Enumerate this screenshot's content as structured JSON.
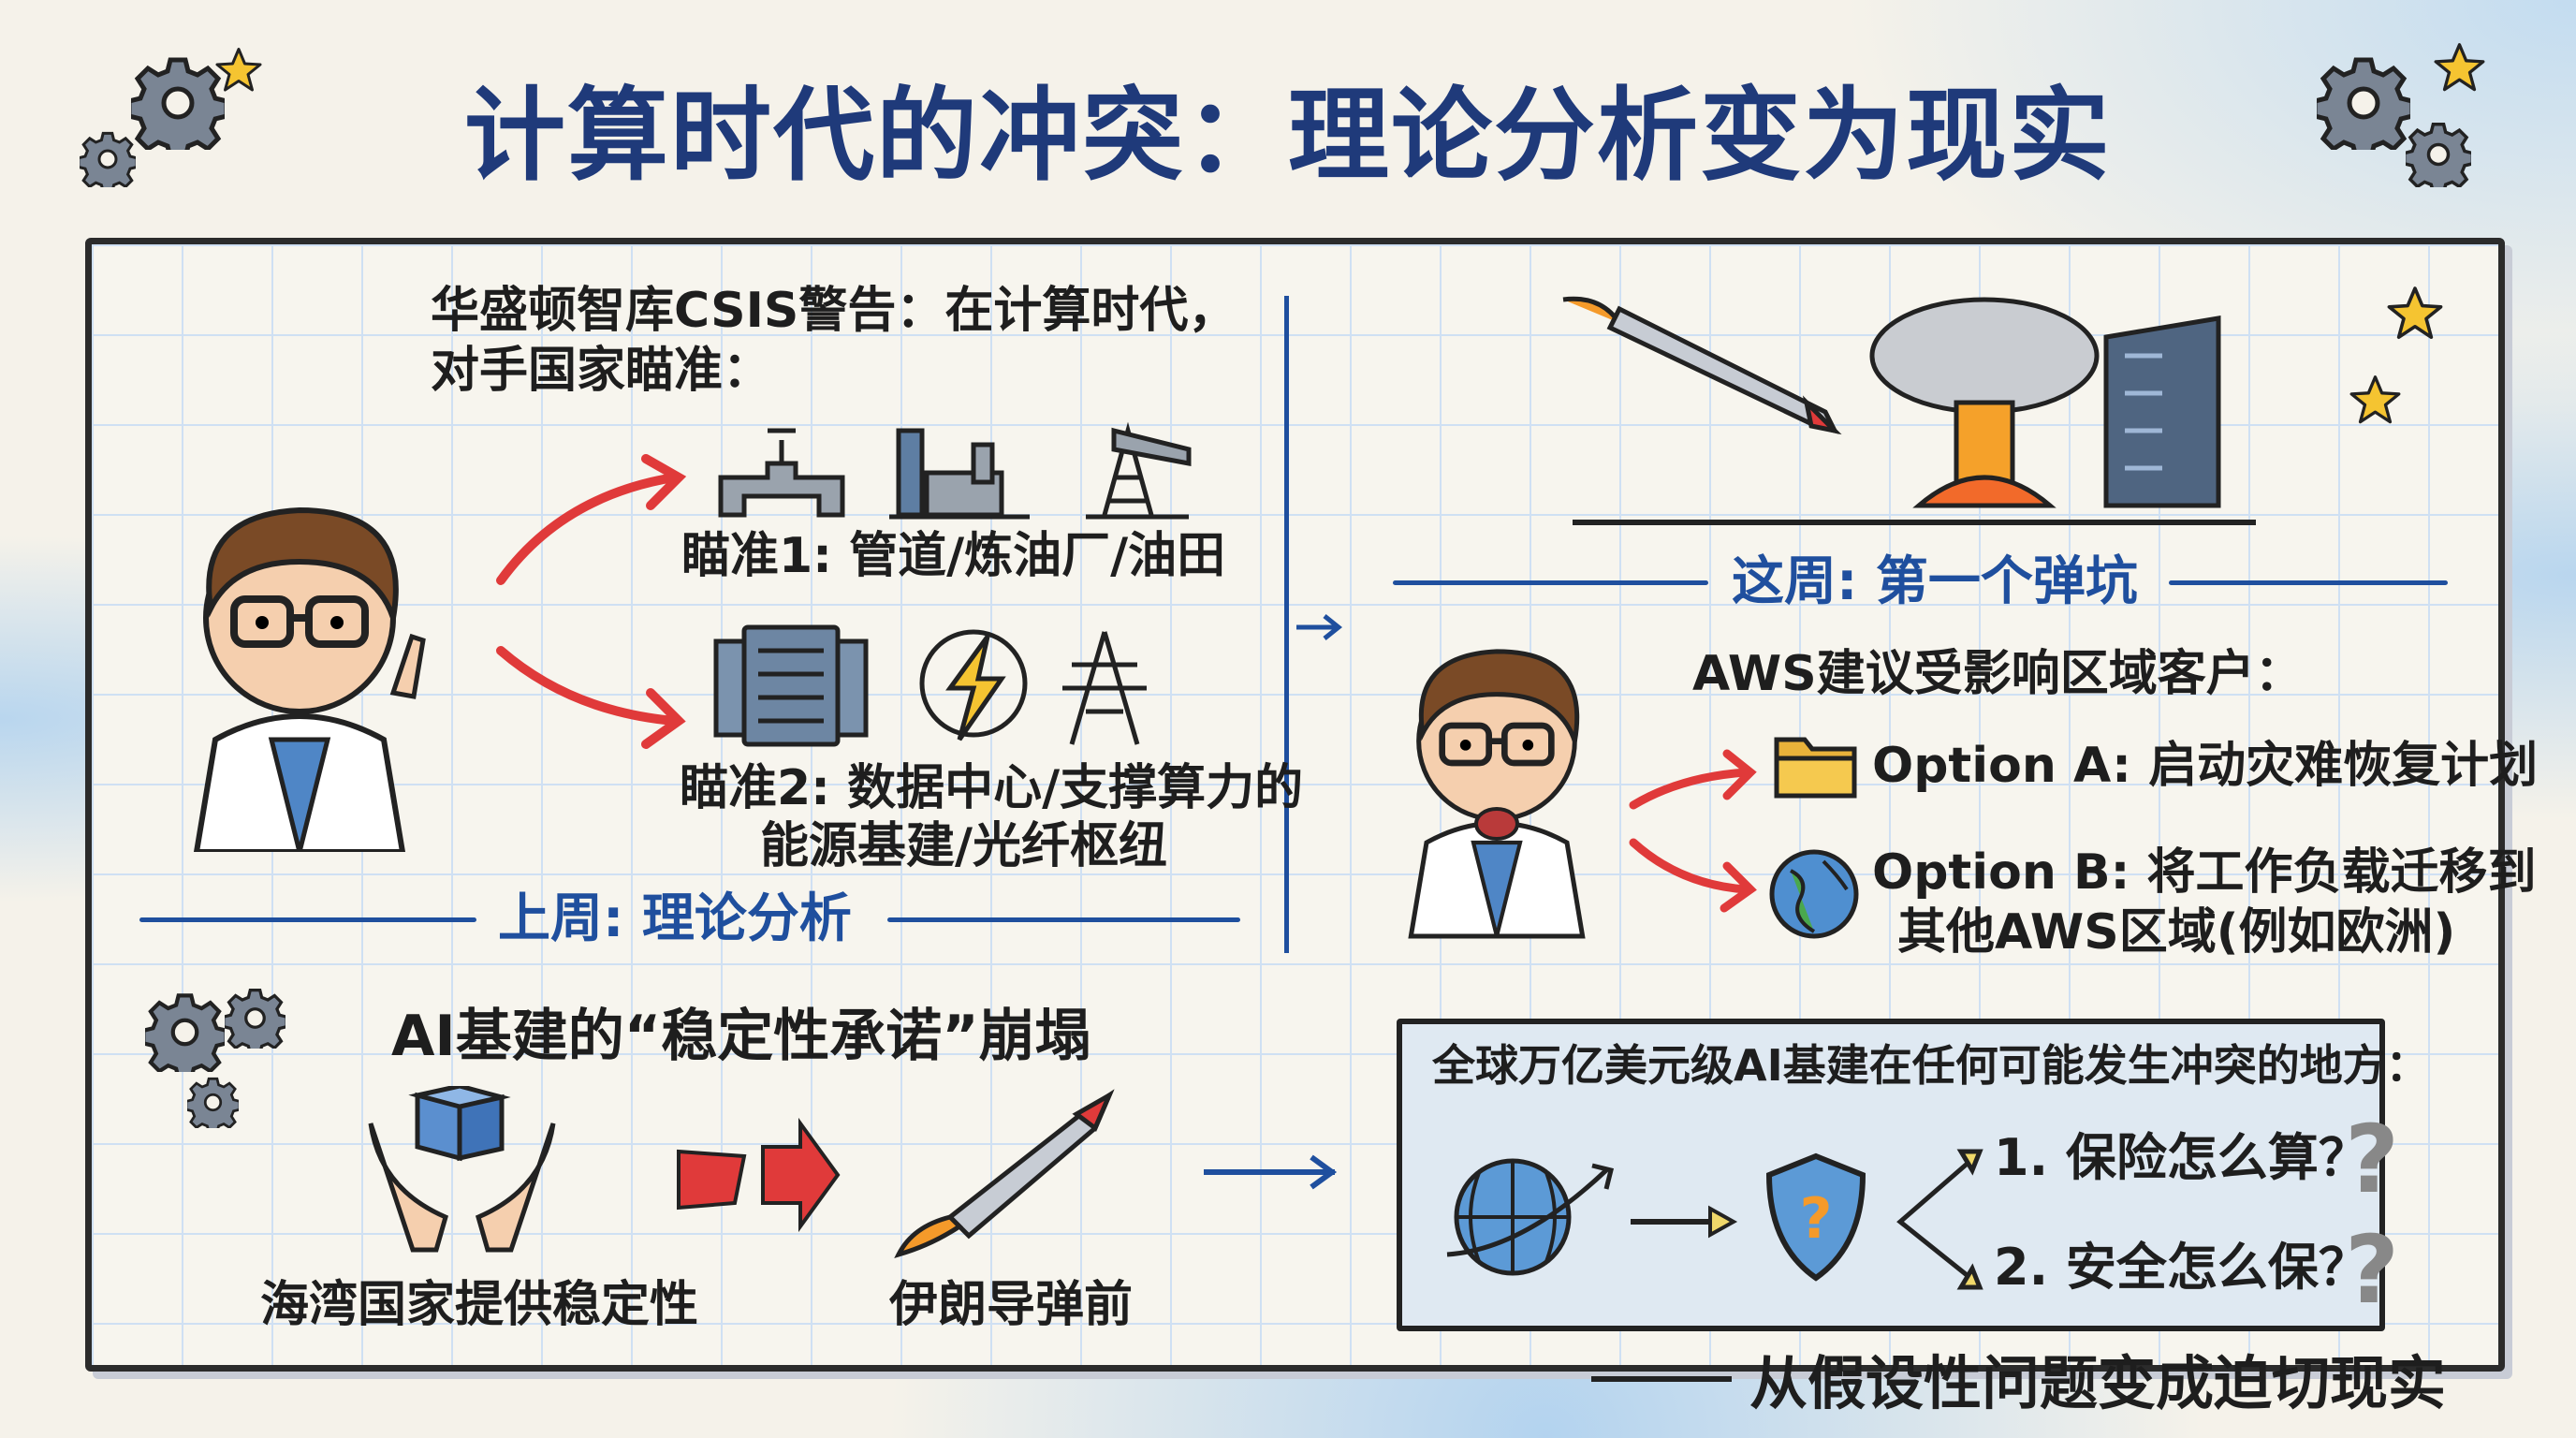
{
  "title": "计算时代的冲突：理论分析变为现实",
  "last_week": {
    "intro_line1": "华盛顿智库CSIS警告：在计算时代，",
    "intro_line2": "对手国家瞄准：",
    "target1": "瞄准1: 管道/炼油厂/油田",
    "target2_line1": "瞄准2: 数据中心/支撑算力的",
    "target2_line2": "能源基建/光纤枢纽",
    "section_label": "上周: 理论分析"
  },
  "this_week": {
    "section_label": "这周: 第一个弹坑",
    "aws_heading": "AWS建议受影响区域客户：",
    "option_a": "Option A: 启动灾难恢复计划",
    "option_b_line1": "Option B: 将工作负载迁移到",
    "option_b_line2": "其他AWS区域(例如欧洲)"
  },
  "collapse": {
    "heading": "AI基建的“稳定性承诺”崩塌",
    "label_left": "海湾国家提供稳定性",
    "label_right": "伊朗导弹前"
  },
  "questions": {
    "heading": "全球万亿美元级AI基建在任何可能发生冲突的地方：",
    "q1": "1. 保险怎么算？",
    "q2": "2. 安全怎么保？",
    "qmark": "?"
  },
  "footer": "从假设性问题变成迫切现实",
  "colors": {
    "title": "#1f3a7a",
    "accent_blue": "#1f4f9e",
    "arrow_red": "#e03a3a",
    "box_bg": "#dfe9f2"
  }
}
